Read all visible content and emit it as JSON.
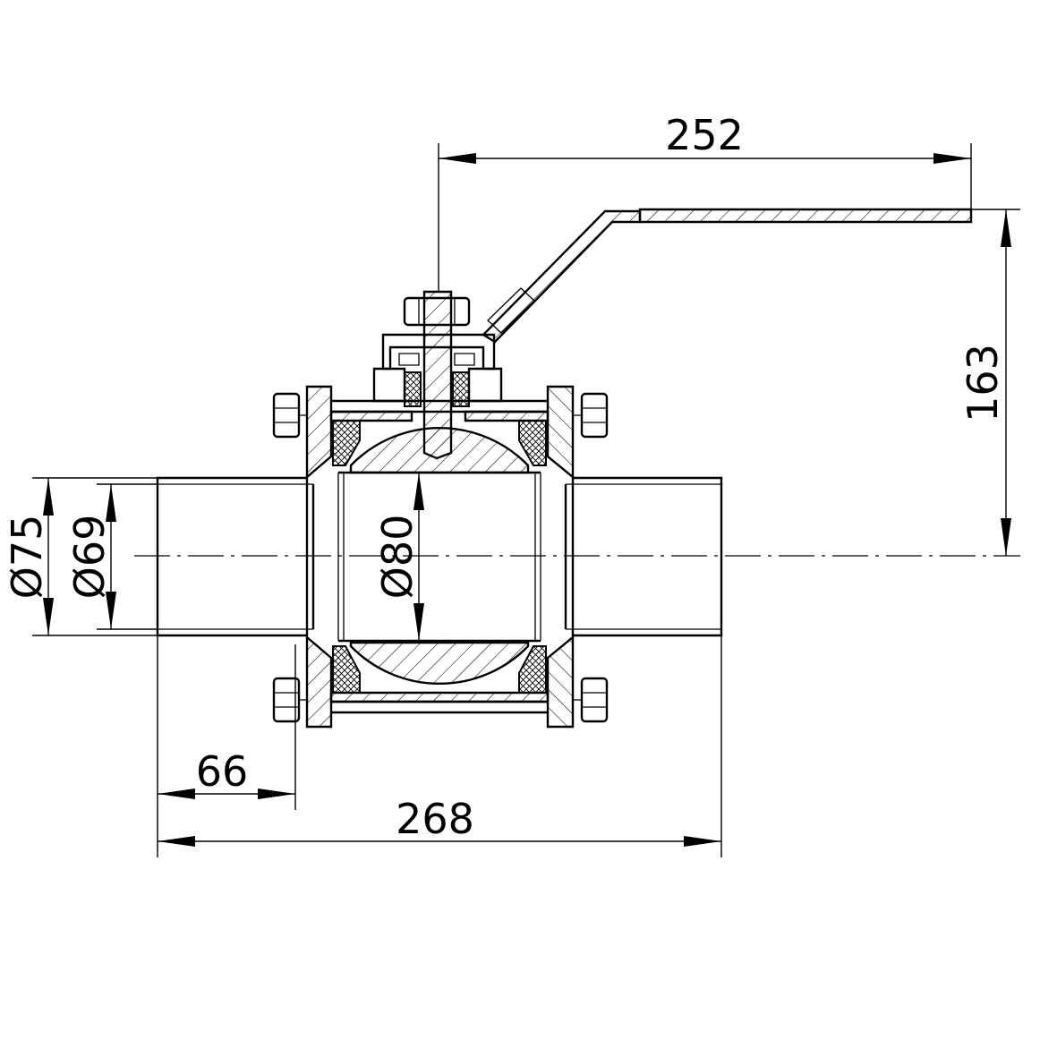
{
  "dimensions": {
    "handle_length": "252",
    "handle_height": "163",
    "outer_diameter": "Ø75",
    "inner_diameter": "Ø69",
    "ball_bore": "Ø80",
    "pipe_end": "66",
    "overall_length": "268"
  }
}
